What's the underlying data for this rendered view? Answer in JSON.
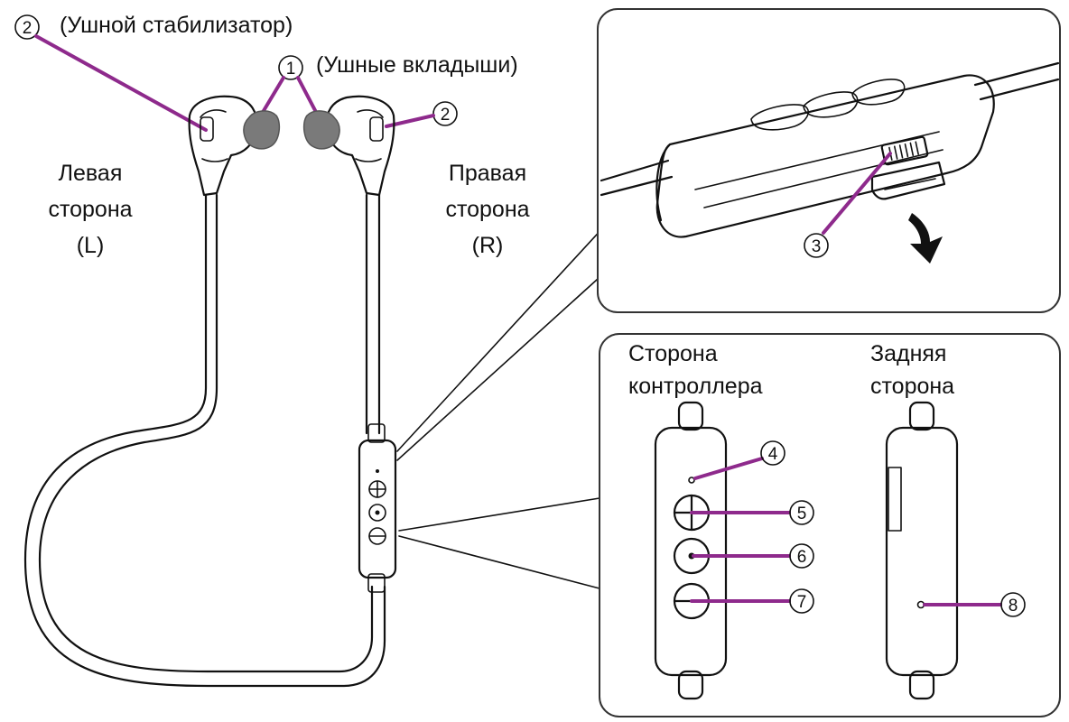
{
  "labels": {
    "ear_stabilizer": "(Ушной стабилизатор)",
    "earbuds": "(Ушные вкладыши)",
    "left_line1": "Левая",
    "left_line2": "сторона",
    "left_line3": "(L)",
    "right_line1": "Правая",
    "right_line2": "сторона",
    "right_line3": "(R)",
    "controller_side_line1": "Сторона",
    "controller_side_line2": "контроллера",
    "back_side_line1": "Задняя",
    "back_side_line2": "сторона"
  },
  "callouts": {
    "c1": "1",
    "c2": "2",
    "c3": "3",
    "c4": "4",
    "c5": "5",
    "c6": "6",
    "c7": "7",
    "c8": "8"
  },
  "colors": {
    "leader": "#8e2a8c",
    "outline": "#111111",
    "eartip": "#7a7a7a",
    "panel_border": "#333333"
  }
}
